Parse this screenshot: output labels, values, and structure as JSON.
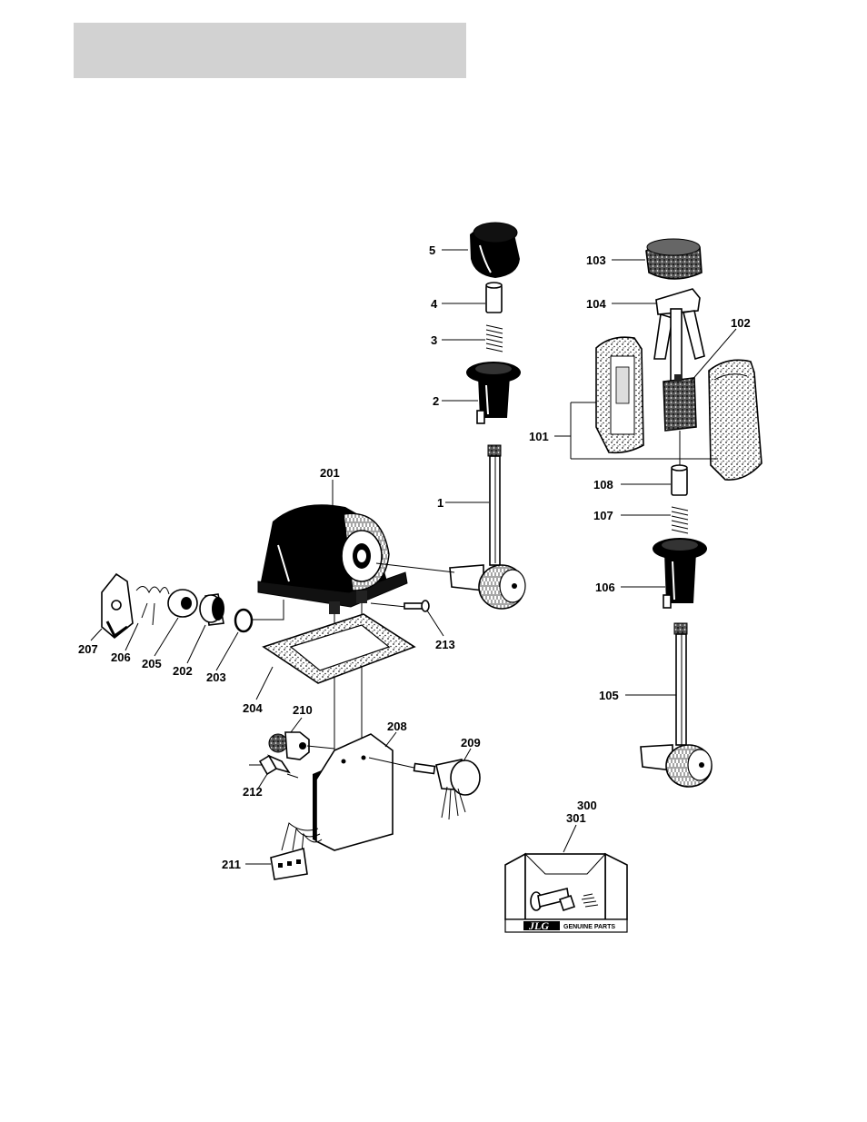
{
  "header": {
    "bar_color": "#d2d2d2"
  },
  "diagram": {
    "labels": {
      "p1": "1",
      "p2": "2",
      "p3": "3",
      "p4": "4",
      "p5": "5",
      "p101": "101",
      "p102": "102",
      "p103": "103",
      "p104": "104",
      "p105": "105",
      "p106": "106",
      "p107": "107",
      "p108": "108",
      "p201": "201",
      "p202": "202",
      "p203": "203",
      "p204": "204",
      "p205": "205",
      "p206": "206",
      "p207": "207",
      "p208": "208",
      "p209": "209",
      "p210": "210",
      "p211": "211",
      "p212": "212",
      "p213": "213",
      "p300": "300",
      "p301": "301"
    },
    "kit_logo": "JLG",
    "kit_brand": "GENUINE PARTS"
  }
}
